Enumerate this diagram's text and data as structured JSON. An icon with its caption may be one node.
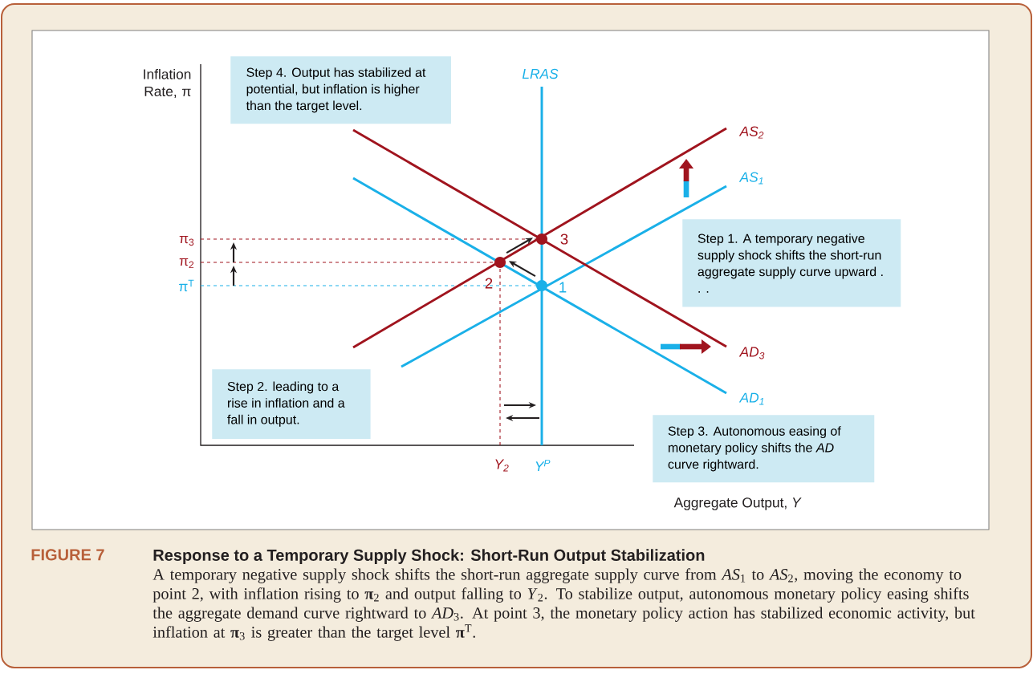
{
  "diagram": {
    "title": "Response to a Temporary Supply Shock: Short-Run Output Stabilization",
    "caption": "A temporary negative supply shock shifts the short-run aggregate supply curve from *AS*$_{1}$ to *AS*$_{2}$, moving the economy to point 2, with inflation rising to **π**$_{2}$ and output falling to *Y*$_{2}$. To stabilize output, autonomous monetary policy easing shifts the aggregate demand curve rightward to *AD*$_{3}$. At point 3, the monetary policy action has stabilized economic activity, but inflation at **π**$_{3}$ is greater than the target level **π**$^{T}$.",
    "nodes": [
      {
        "text": [
          "Step 4. Output has stabilized at potential, but inflation is higher than the target level."
        ]
      },
      {
        "text": [
          "Step 1. A temporary negative supply shock shifts the short-run aggregate supply curve upward . . ."
        ]
      },
      {
        "text": [],
        "shape": "circle",
        "beside": [
          "1"
        ]
      },
      {
        "text": [],
        "shape": "circle",
        "beside": [
          "2"
        ]
      },
      {
        "text": [],
        "shape": "circle",
        "beside": [
          "3"
        ]
      },
      {
        "text": [
          "Step 2. leading to a rise in inflation and a fall in output."
        ]
      },
      {
        "text": [
          "Step 3. Autonomous easing of monetary policy shifts the *AD* curve rightward."
        ]
      }
    ],
    "edges": [
      {
        "from": 2,
        "to": 3,
        "arrow": "to"
      },
      {
        "from": 3,
        "to": 4,
        "arrow": "to"
      }
    ],
    "labels": [
      "Inflation Rate, π",
      "LRAS",
      "AS$_{2}$",
      "AS$_{1}$",
      "π$_{3}$",
      "π$_{2}$",
      "π$^{T}$",
      "AD$_{3}$",
      "AD$_{1}$",
      "Y$_{2}$",
      "Y$^{P}$",
      "Aggregate Output, *Y*",
      "FIGURE 7"
    ]
  }
}
